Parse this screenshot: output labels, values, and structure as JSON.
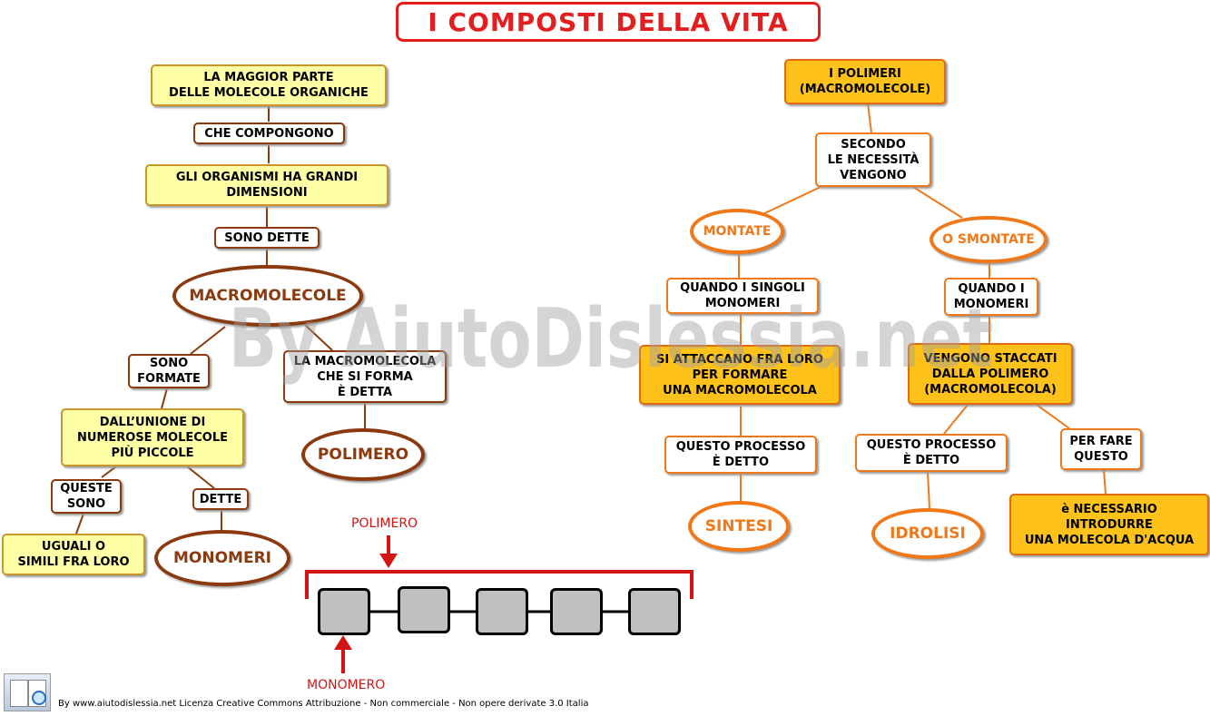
{
  "title": "I COMPOSTI DELLA VITA",
  "watermark": "By AiutoDislessia.net",
  "footer": "By www.aiutodislessia.net Licenza Creative Commons Attribuzione - Non commerciale - Non opere derivate 3.0 Italia",
  "colors": {
    "brown": "#8b3a0f",
    "orange": "#f07818",
    "red": "#e41e1e",
    "yellow_box": "#ffffa6",
    "orange_box": "#ffc21a"
  },
  "left": {
    "maggior_parte": "LA MAGGIOR PARTE\nDELLE MOLECOLE ORGANICHE",
    "che_compongono": "CHE COMPONGONO",
    "organismi": "GLI  ORGANISMI  HA  GRANDI\nDIMENSIONI",
    "sono_dette": "SONO DETTE",
    "macromolecole": "MACROMOLECOLE",
    "sono_formate": "SONO\nFORMATE",
    "la_macromolecola": "LA MACROMOLECOLA\nCHE SI FORMA\nÈ DETTA",
    "polimero": "POLIMERO",
    "dall_unione": "DALL’UNIONE DI\nNUMEROSE MOLECOLE\nPIÙ PICCOLE",
    "queste_sono": "QUESTE\nSONO",
    "dette": "DETTE",
    "uguali": "UGUALI O\nSIMILI FRA LORO",
    "monomeri": "MONOMERI"
  },
  "right": {
    "polimeri": "I POLIMERI\n(MACROMOLECOLE)",
    "secondo": "SECONDO\nLE NECESSITÀ\nVENGONO",
    "montate": "MONTATE",
    "smontate": "O SMONTATE",
    "quando_singoli": "QUANDO I SINGOLI\nMONOMERI",
    "quando_monomeri": "QUANDO I\nMONOMERI",
    "si_attaccano": "SI ATTACCANO FRA LORO\nPER FORMARE\nUNA MACROMOLECOLA",
    "vengono_staccati": "VENGONO STACCATI\nDALLA POLIMERO\n(MACROMOLECOLA)",
    "processo_sintesi": "QUESTO PROCESSO\nÈ DETTO",
    "processo_idrolisi": "QUESTO PROCESSO\nÈ DETTO",
    "per_fare": "PER FARE\nQUESTO",
    "sintesi": "SINTESI",
    "idrolisi": "IDROLISI",
    "necessario": "è NECESSARIO\nINTRODURRE\nUNA MOLECOLA D'ACQUA"
  },
  "chain": {
    "polimero_label": "POLIMERO",
    "monomero_label": "MONOMERO"
  },
  "icons": {
    "logo": "book-magnifier-logo-icon"
  }
}
